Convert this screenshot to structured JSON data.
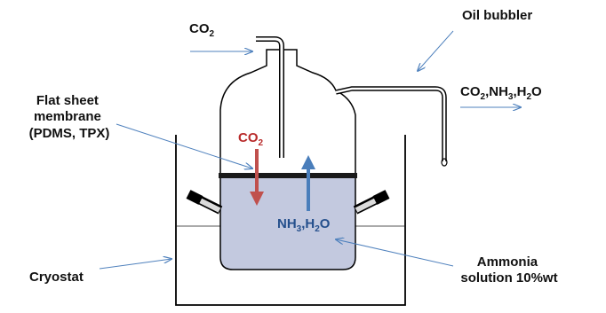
{
  "labels": {
    "co2_inlet": {
      "text": "CO",
      "sub": "2"
    },
    "oil_bubbler": "Oil bubbler",
    "outlet": [
      {
        "text": "CO",
        "sub": "2"
      },
      {
        "text": ",NH",
        "sub": "3"
      },
      {
        "text": ",H",
        "sub": "2"
      },
      {
        "text": "O",
        "sub": ""
      }
    ],
    "membrane": [
      "Flat sheet",
      "membrane",
      "(PDMS, TPX)"
    ],
    "co2_flux": {
      "text": "CO",
      "sub": "2"
    },
    "nh3_h2o_flux": [
      {
        "text": "NH",
        "sub": "3"
      },
      {
        "text": ",H",
        "sub": "2"
      },
      {
        "text": "O",
        "sub": ""
      }
    ],
    "cryostat": "Cryostat",
    "ammonia": [
      "Ammonia",
      "solution 10%wt"
    ]
  },
  "colors": {
    "co2_arrow": "#c0504d",
    "nh3_arrow": "#4a7ebb",
    "pointer": "#4f81bd",
    "solution": "#c3c9df",
    "membrane": "#1a1a1a"
  }
}
